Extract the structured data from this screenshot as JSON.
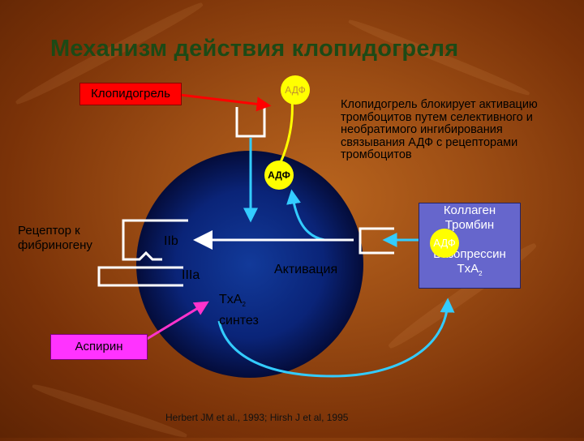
{
  "title": "Механизм действия клопидогреля",
  "clopidogrel_label": "Клопидогрель",
  "adp_top": "АДФ",
  "adp_mid": "АДФ",
  "adp_right": "АДФ",
  "description": "Клопидогрель блокирует активацию тромбоцитов путем селективного и необратимого ингибирования связывания АДФ с рецепторами тромбоцитов",
  "receptor_label": "Рецептор к фибриногену",
  "iib_label": "IIb",
  "iiia_label": "IIIa",
  "activation_label": "Активация",
  "txa2_label_main": "TxA",
  "txa2_sub": "2",
  "txa2_synthesis": "синтез",
  "aspirin_label": "Аспирин",
  "agonists": {
    "line1": "Коллаген",
    "line2": "Тромбин",
    "line3": "Вазопрессин",
    "line4_main": "TxA",
    "line4_sub": "2"
  },
  "reference": "Herbert JM et al., 1993; Hirsh J et al, 1995",
  "colors": {
    "title": "#1c4a16",
    "cell": "#0b1e66",
    "arrow_red": "#ff0000",
    "arrow_yellow": "#ffff00",
    "arrow_cyan": "#33ccff",
    "arrow_magenta": "#ff33cc",
    "adp_dot": "#ffff00",
    "aspirin_box": "#ff33ff",
    "agonist_box": "#6666cc"
  }
}
